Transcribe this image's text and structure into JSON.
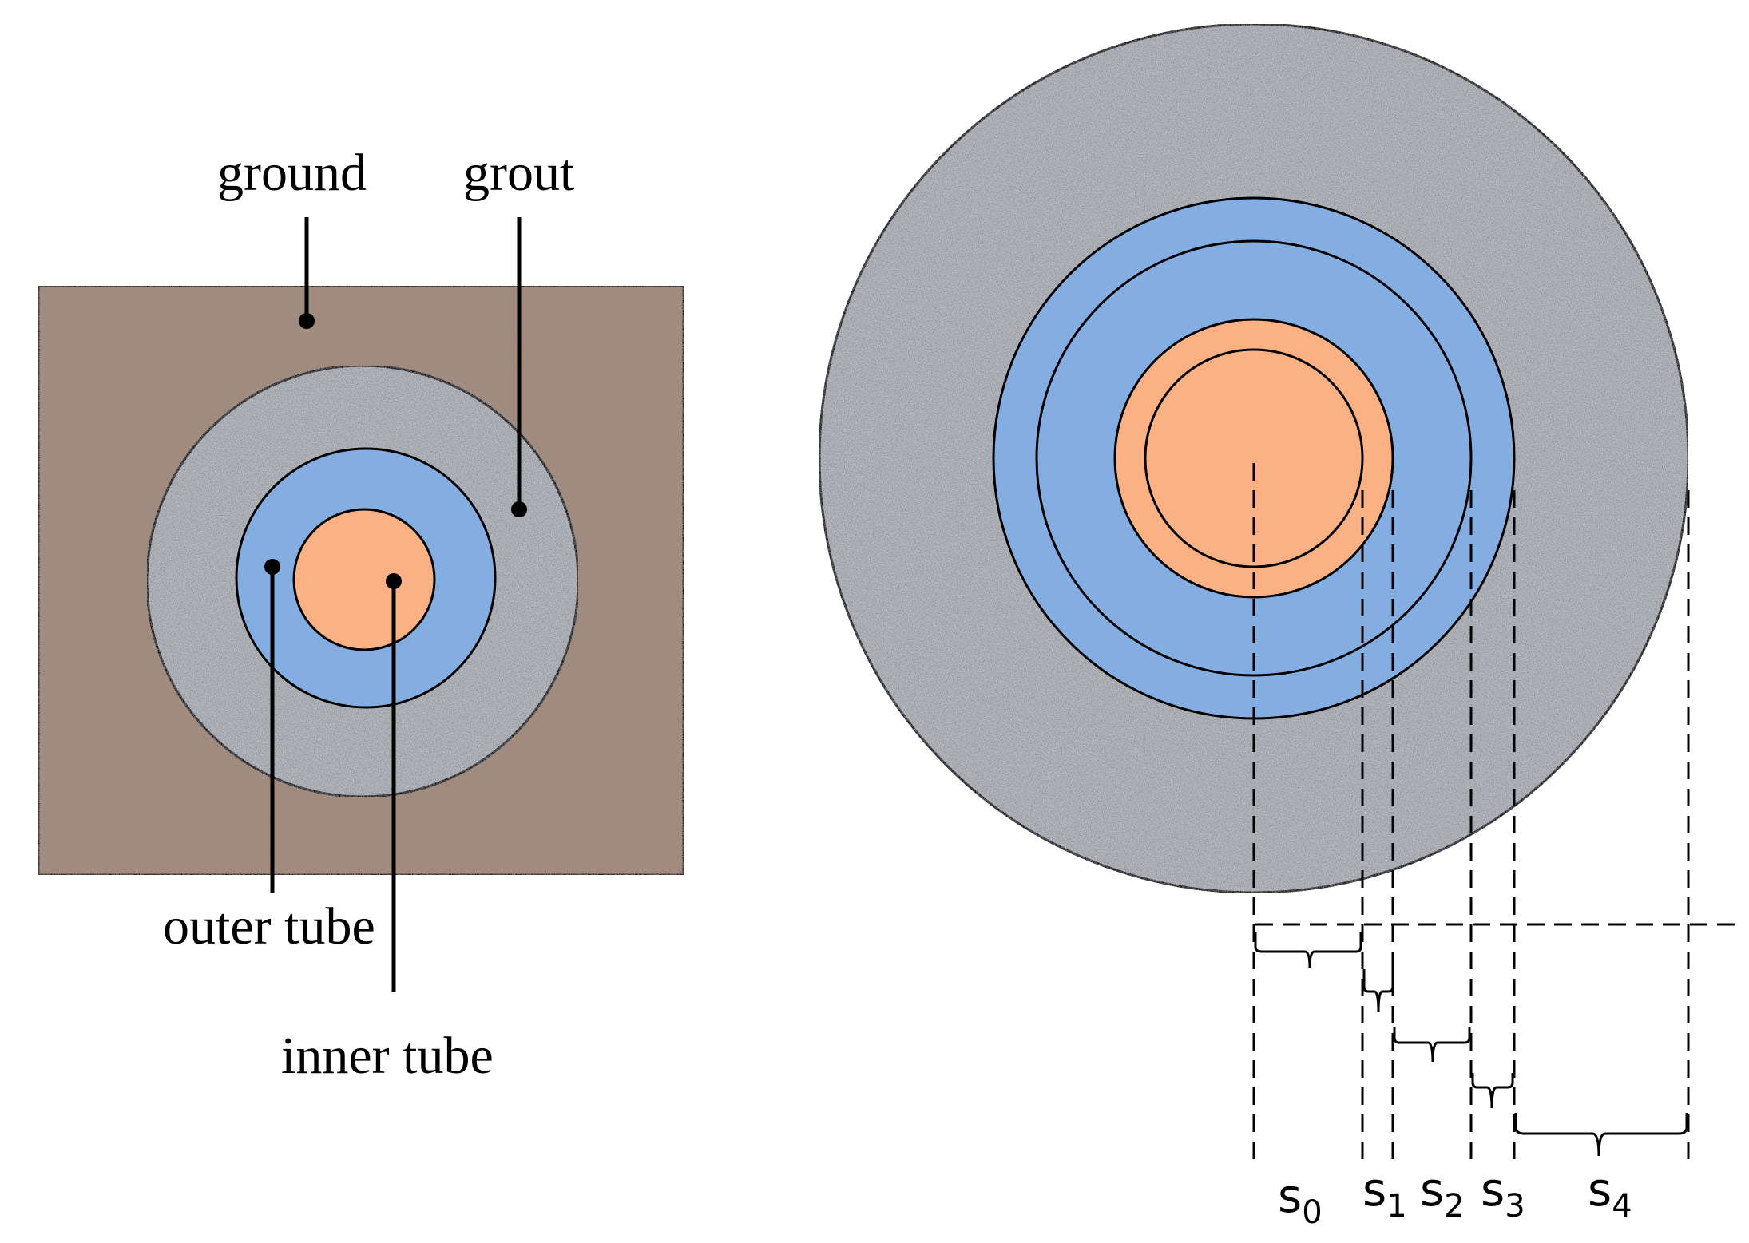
{
  "left_diagram": {
    "labels": {
      "ground": "ground",
      "grout": "grout",
      "outer_tube": "outer tube",
      "inner_tube": "inner tube"
    }
  },
  "right_diagram": {
    "segments": [
      {
        "base": "s",
        "sub": "0"
      },
      {
        "base": "s",
        "sub": "1"
      },
      {
        "base": "s",
        "sub": "2"
      },
      {
        "base": "s",
        "sub": "3"
      },
      {
        "base": "s",
        "sub": "4"
      }
    ]
  },
  "colors": {
    "ground": "#a08a7c",
    "grout": "#b8bcc2",
    "outer_tube": "#84aee2",
    "inner_tube": "#fbb183",
    "line": "#000000"
  }
}
